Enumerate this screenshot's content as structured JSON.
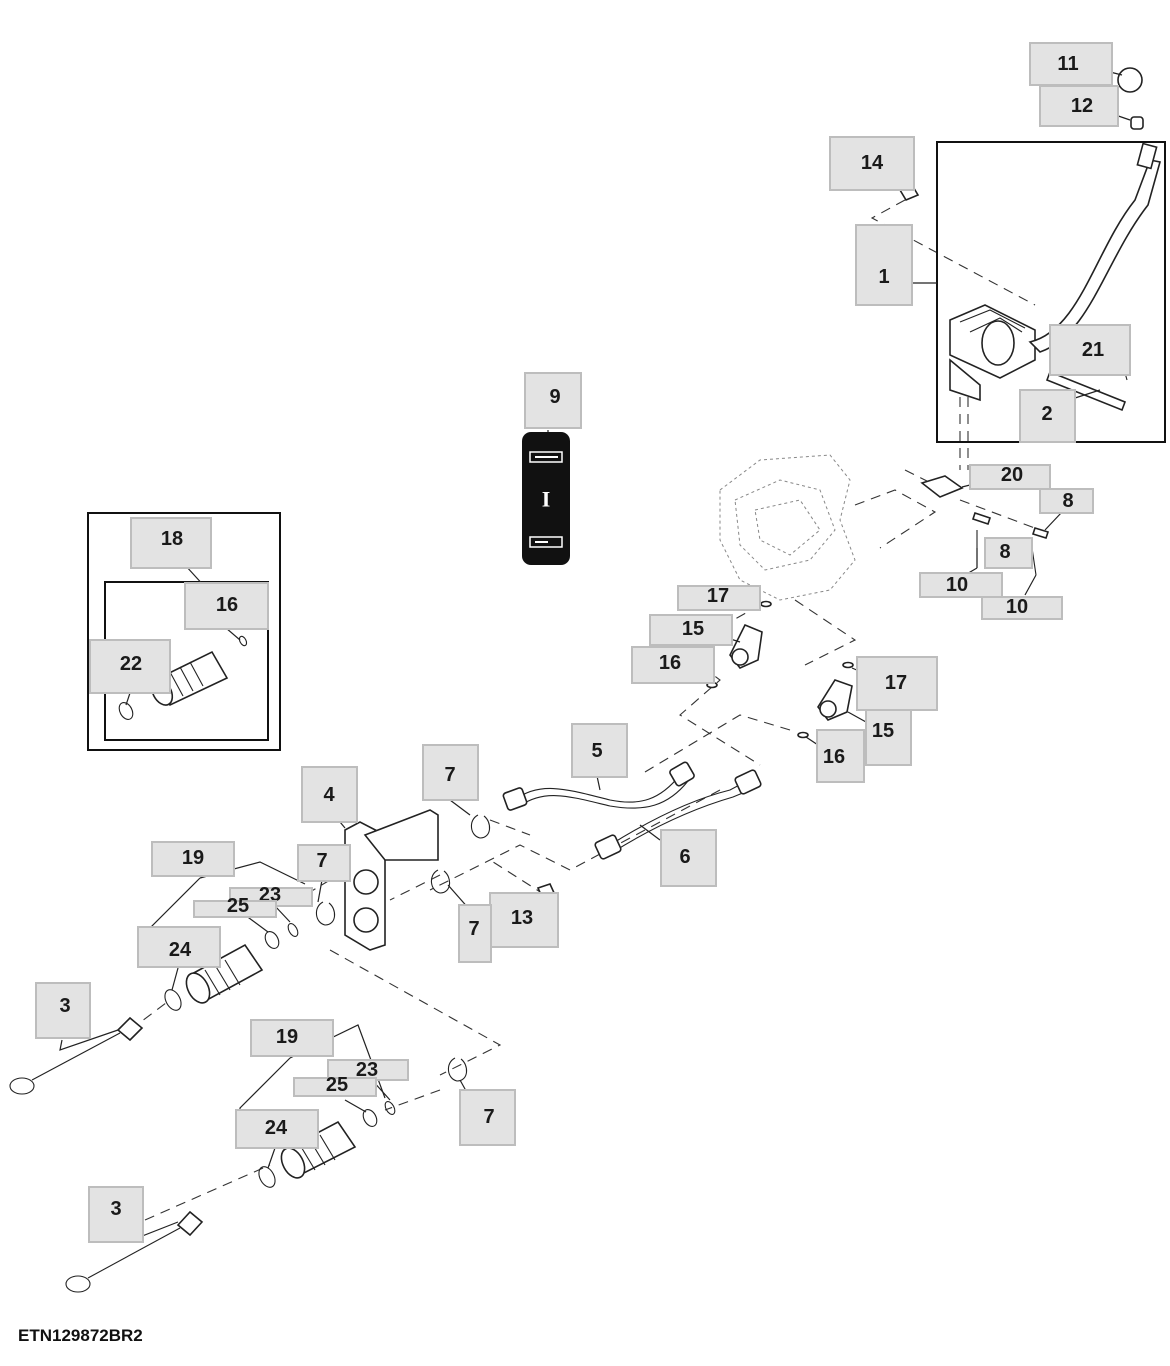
{
  "figure_id": "ETN129872BR2",
  "callouts": {
    "c1": "1",
    "c2": "2",
    "c3a": "3",
    "c3b": "3",
    "c4": "4",
    "c5": "5",
    "c6": "6",
    "c7a": "7",
    "c7b": "7",
    "c7c": "7",
    "c7d": "7",
    "c8a": "8",
    "c8b": "8",
    "c9": "9",
    "c10a": "10",
    "c10b": "10",
    "c11": "11",
    "c12": "12",
    "c13": "13",
    "c14": "14",
    "c15a": "15",
    "c15b": "15",
    "c16a": "16",
    "c16b": "16",
    "c16c": "16",
    "c17a": "17",
    "c17b": "17",
    "c18": "18",
    "c19a": "19",
    "c19b": "19",
    "c20": "20",
    "c21": "21",
    "c22": "22",
    "c23a": "23",
    "c23b": "23",
    "c24a": "24",
    "c24b": "24",
    "c25a": "25",
    "c25b": "25"
  },
  "decal": {
    "center_mark": "I"
  },
  "colors": {
    "callout_fill": "#e3e3e3",
    "callout_border": "#bdbdbd",
    "line": "#222222"
  }
}
